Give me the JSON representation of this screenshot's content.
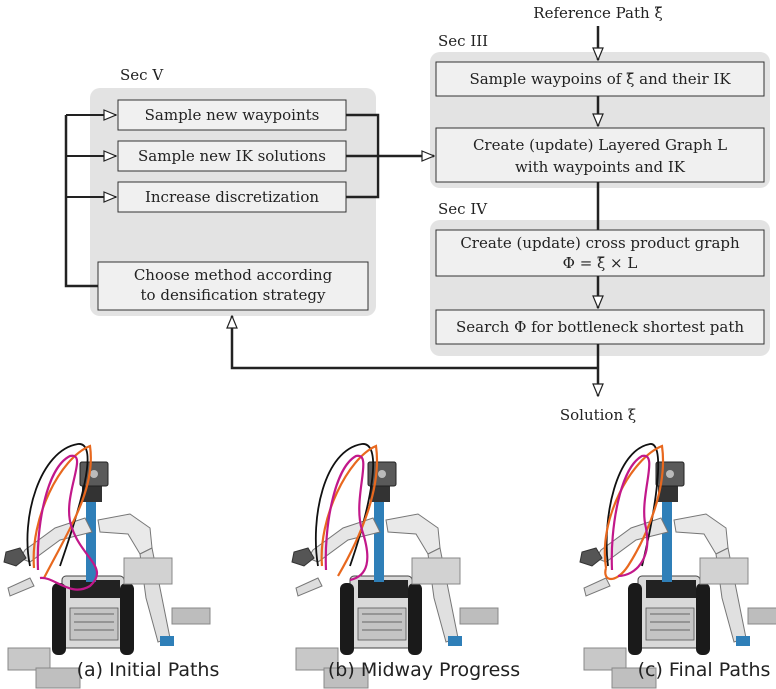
{
  "flowchart": {
    "reference_path": "Reference Path ξ̄",
    "solution": "Solution ξ",
    "sections": {
      "sec3": "Sec III",
      "sec4": "Sec IV",
      "sec5": "Sec V"
    },
    "boxes": {
      "sample_waypoints_ik": "Sample waypoins of ξ̄ and their IK",
      "create_graph_line1": "Create (update) Layered Graph L",
      "create_graph_line2": "with waypoints and IK",
      "cross_product_line1": "Create (update) cross product graph",
      "cross_product_line2": "Φ = ξ̄ × L",
      "search": "Search Φ for bottleneck shortest path",
      "sample_new_waypoints": "Sample new waypoints",
      "sample_new_ik": "Sample new IK solutions",
      "increase_discretization": "Increase discretization",
      "choose_method_line1": "Choose method according",
      "choose_method_line2": "to densification strategy"
    }
  },
  "panels": [
    {
      "caption": "(a) Initial Paths"
    },
    {
      "caption": "(b) Midway Progress"
    },
    {
      "caption": "(c) Final Paths"
    }
  ],
  "colors": {
    "section_bg": "#e3e3e3",
    "box_bg": "#f0f0f0",
    "path_black": "#111111",
    "path_orange": "#e8681e",
    "path_magenta": "#c2188a",
    "robot_blue": "#2f7fb8"
  }
}
